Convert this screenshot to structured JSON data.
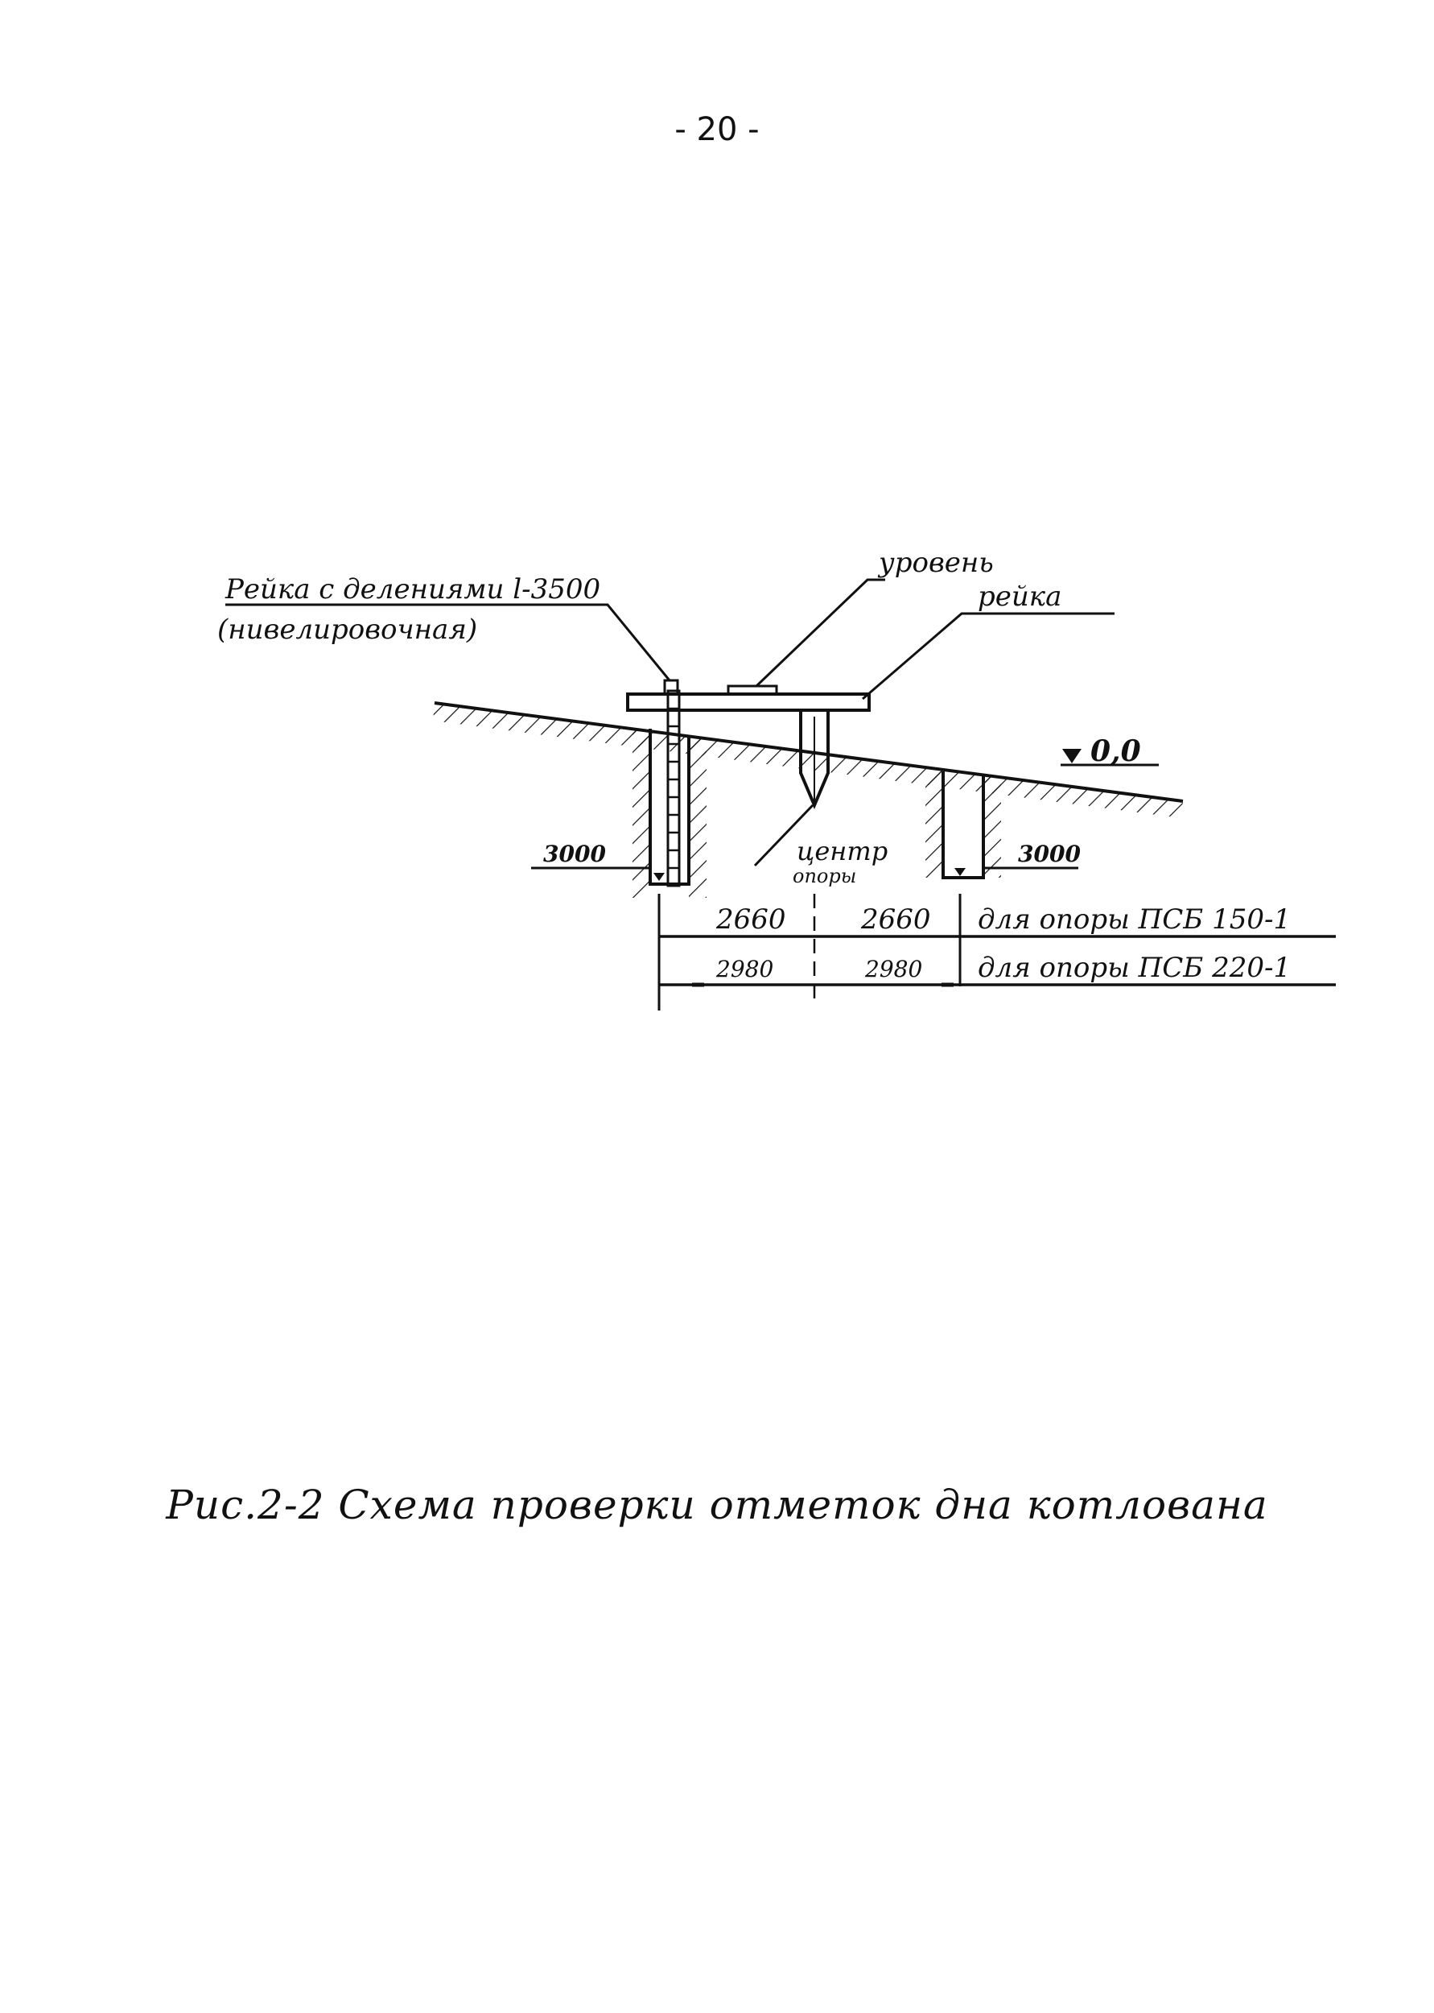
{
  "page": {
    "number": "- 20 -"
  },
  "diagram": {
    "labels": {
      "rod_with_divisions": "Рейка с делениями l-3500",
      "rod_type": "(нивелировочная)",
      "level": "уровень",
      "rod": "рейка",
      "zero_mark": "0,0",
      "depth_left": "3000",
      "depth_right": "3000",
      "center_1": "центр",
      "center_2": "опоры",
      "dim_150_left": "2660",
      "dim_150_right": "2660",
      "dim_150_text": "для опоры ПСБ 150-1",
      "dim_220_left": "2980",
      "dim_220_right": "2980",
      "dim_220_text": "для опоры ПСБ 220-1"
    }
  },
  "caption": "Рис.2-2 Схема проверки отметок дна котлована",
  "colors": {
    "ink": "#111111",
    "paper": "#ffffff"
  }
}
